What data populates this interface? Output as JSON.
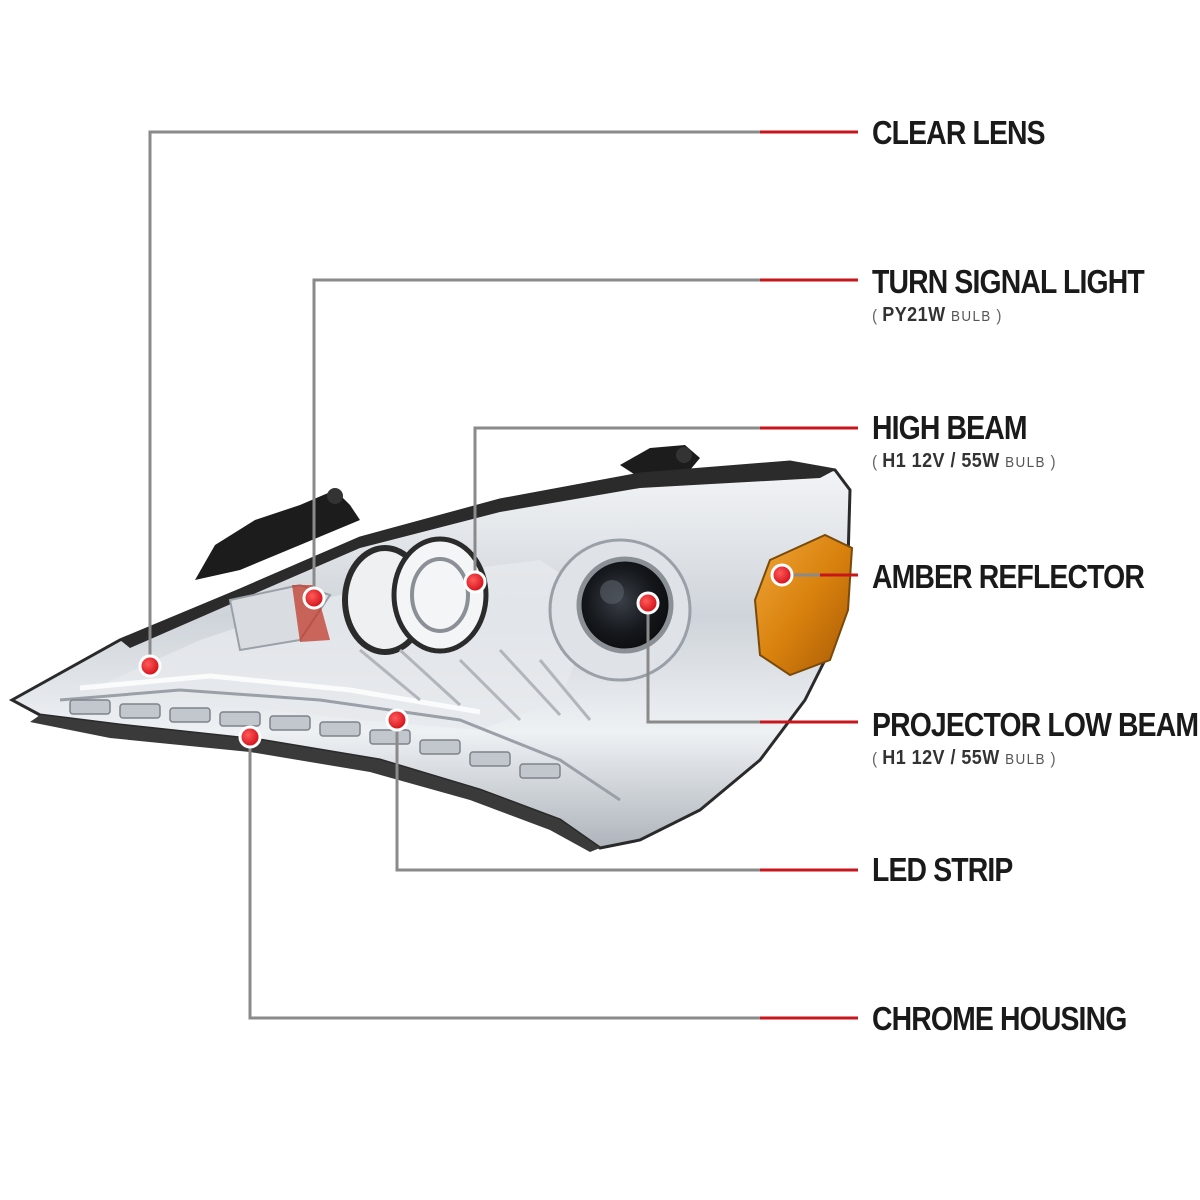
{
  "callouts": [
    {
      "id": "clear-lens",
      "title": "CLEAR LENS",
      "spec": null
    },
    {
      "id": "turn-signal",
      "title": "TURN SIGNAL LIGHT",
      "spec": {
        "code": "PY21W",
        "unit": "BULB"
      }
    },
    {
      "id": "high-beam",
      "title": "HIGH BEAM",
      "spec": {
        "code": "H1 12V / 55W",
        "unit": "BULB"
      }
    },
    {
      "id": "amber",
      "title": "AMBER REFLECTOR",
      "spec": null
    },
    {
      "id": "projector",
      "title": "PROJECTOR LOW BEAM",
      "spec": {
        "code": "H1 12V / 55W",
        "unit": "BULB"
      }
    },
    {
      "id": "led",
      "title": "LED STRIP",
      "spec": null
    },
    {
      "id": "chrome",
      "title": "CHROME HOUSING",
      "spec": null
    }
  ],
  "colors": {
    "leader_gray": "#8a8a8a",
    "leader_red": "#c8161d",
    "marker_red": "#e0161d",
    "amber": "#d9820e",
    "chrome": "#d8dce0",
    "housing_black": "#1c1c1c"
  }
}
